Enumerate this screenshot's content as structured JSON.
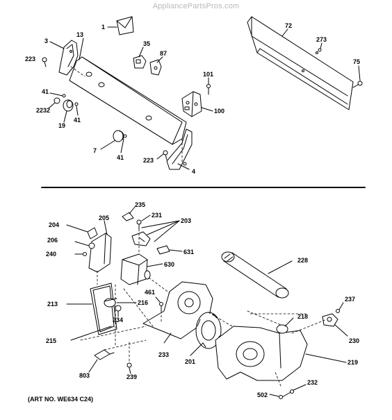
{
  "watermark": "AppliancePartsPros.com",
  "art_number": "(ART NO. WE634 C24)",
  "callouts": {
    "c1": "1",
    "c3": "3",
    "c13": "13",
    "c35": "35",
    "c87": "87",
    "c223a": "223",
    "c41a": "41",
    "c2232": "2232",
    "c19": "19",
    "c41b": "41",
    "c7": "7",
    "c41c": "41",
    "c223b": "223",
    "c4": "4",
    "c101": "101",
    "c100": "100",
    "c72": "72",
    "c273": "273",
    "c75": "75",
    "c235": "235",
    "c231": "231",
    "c203": "203",
    "c204": "204",
    "c205": "205",
    "c206": "206",
    "c240": "240",
    "c631": "631",
    "c630": "630",
    "c228": "228",
    "c461": "461",
    "c213": "213",
    "c216": "216",
    "c234": "234",
    "c237": "237",
    "c218": "218",
    "c230": "230",
    "c215": "215",
    "c233": "233",
    "c201": "201",
    "c219": "219",
    "c803": "803",
    "c239": "239",
    "c232": "232",
    "c502": "502"
  },
  "colors": {
    "line": "#000000",
    "watermark": "#b8b8b8",
    "background": "#ffffff"
  }
}
